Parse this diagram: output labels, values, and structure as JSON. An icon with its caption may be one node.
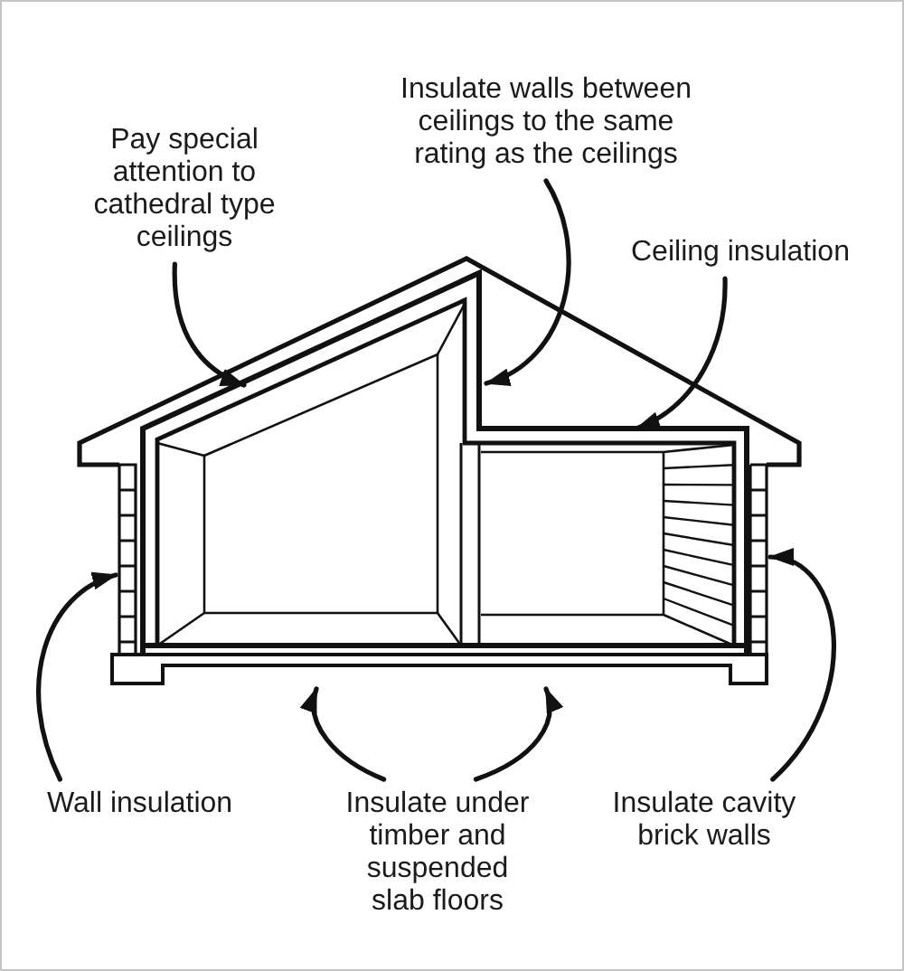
{
  "diagram": {
    "nodes": [
      {
        "text": [
          "Pay special attention to cathedral type ceilings"
        ]
      },
      {
        "text": [
          "Insulate walls between ceilings to the same rating as the ceilings"
        ]
      },
      {
        "text": [
          "Ceiling insulation"
        ]
      },
      {
        "text": [
          "Wall insulation"
        ]
      },
      {
        "text": [
          "Insulate under timber and suspended slab floors"
        ]
      },
      {
        "text": [
          "Insulate cavity brick walls"
        ]
      }
    ],
    "edges": [
      {
        "from": 0,
        "to": null,
        "arrow": "to"
      },
      {
        "from": 1,
        "to": null,
        "arrow": "to"
      },
      {
        "from": 2,
        "to": null,
        "arrow": "to"
      },
      {
        "from": 3,
        "to": null,
        "arrow": "to"
      },
      {
        "from": 4,
        "to": null,
        "arrow": "to"
      },
      {
        "from": 4,
        "to": null,
        "arrow": "to"
      },
      {
        "from": 5,
        "to": null,
        "arrow": "to"
      }
    ]
  }
}
